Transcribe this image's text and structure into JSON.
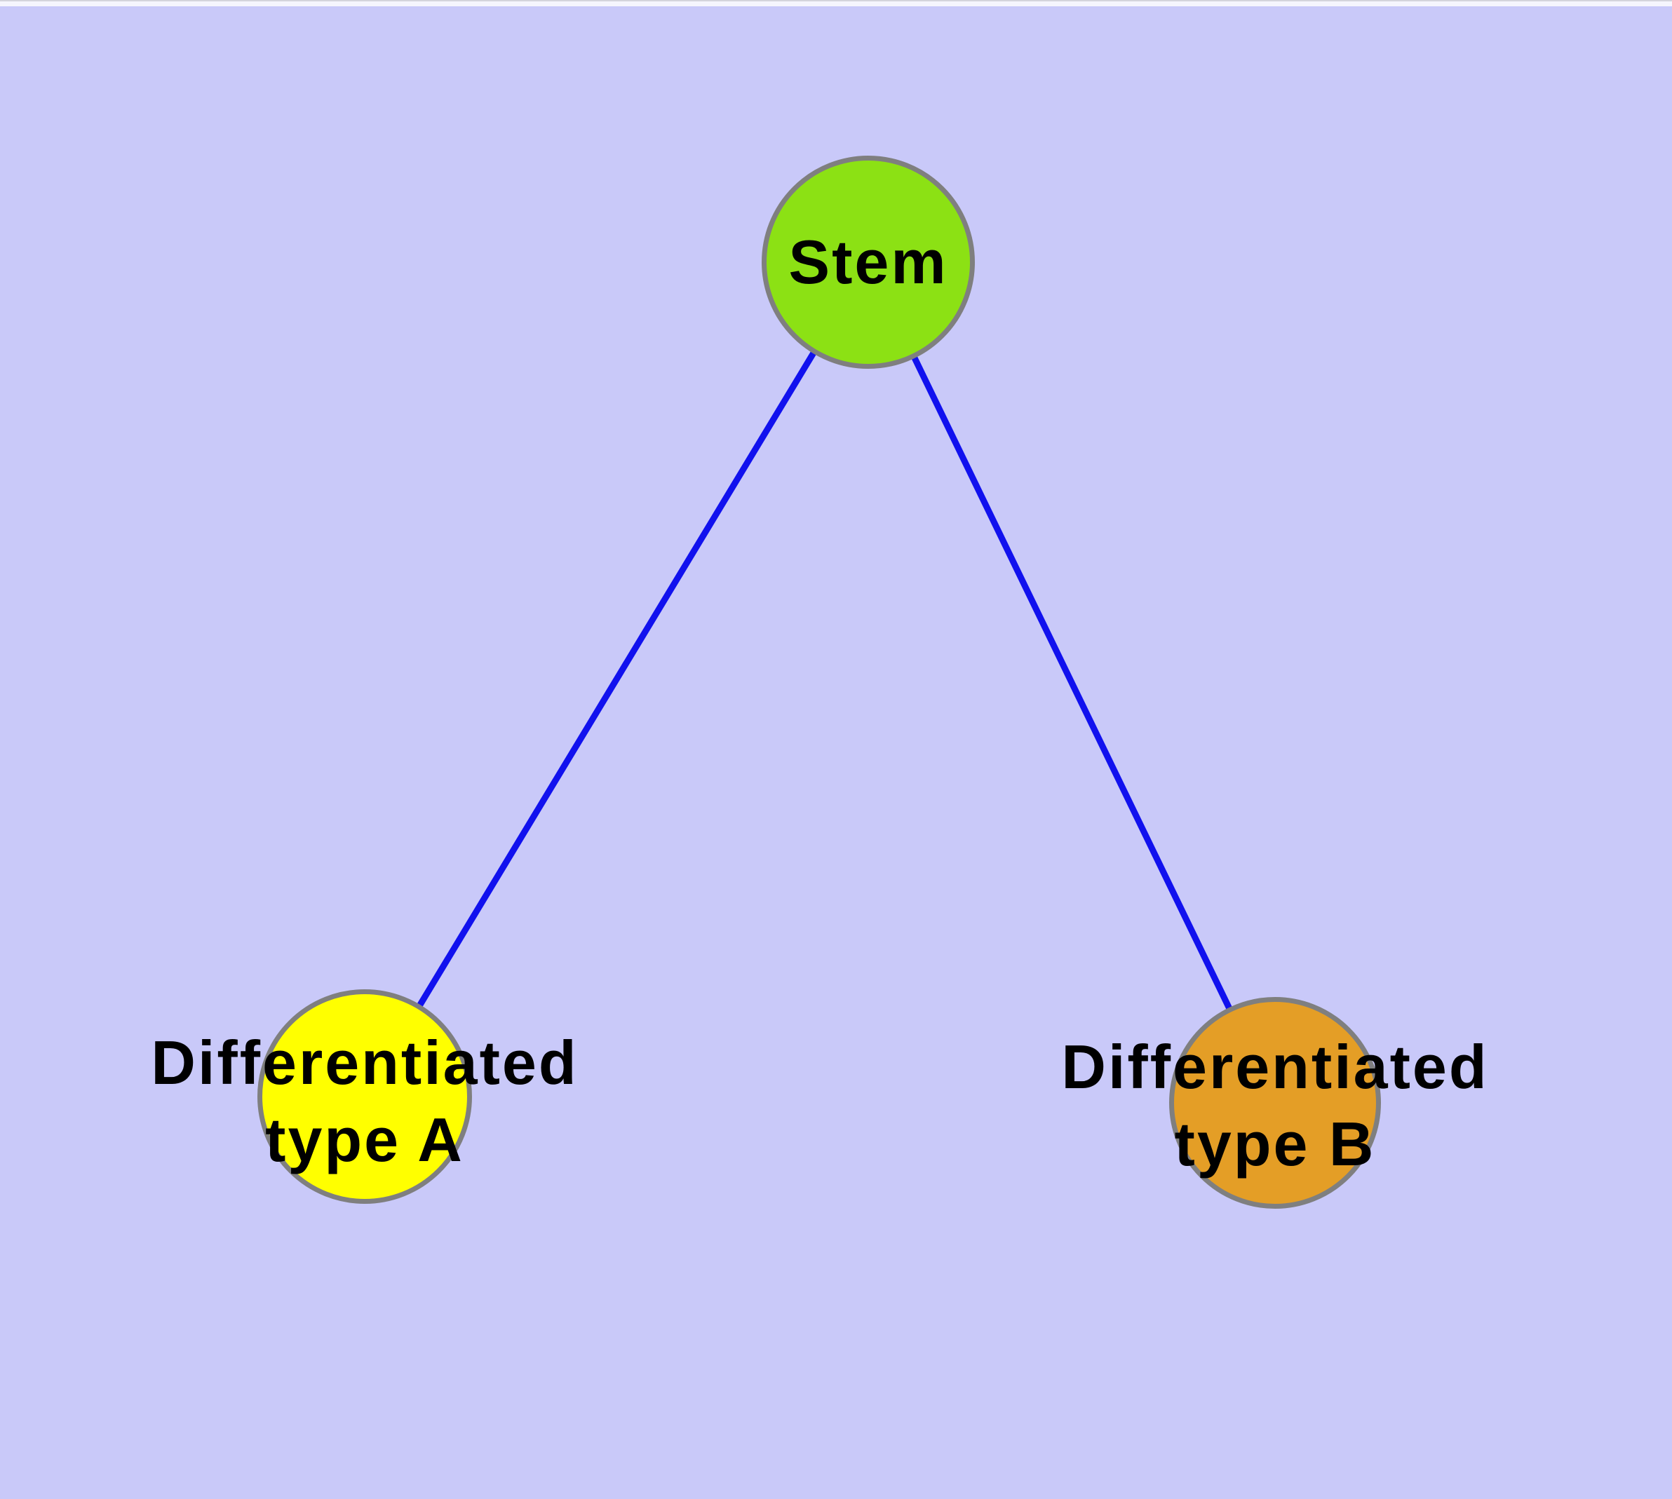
{
  "diagram": {
    "type": "node-link-graph",
    "colors": {
      "background": "#c9c9f9",
      "edge_blue": "#1111ee",
      "node_border_gray": "#7f7f7f",
      "stem_node_green": "#8ce114",
      "type_a_node_yellow": "#ffff00",
      "type_b_node_orange": "#e49e26",
      "label_text": "#000000"
    },
    "nodes": {
      "stem": {
        "label": "Stem"
      },
      "type_a": {
        "line1": "Differentiated",
        "line2": "type A"
      },
      "type_b": {
        "line1": "Differentiated",
        "line2": "type B"
      }
    },
    "edges": [
      {
        "from": "Stem",
        "to": "Differentiated type A"
      },
      {
        "from": "Stem",
        "to": "Differentiated type B"
      }
    ]
  }
}
